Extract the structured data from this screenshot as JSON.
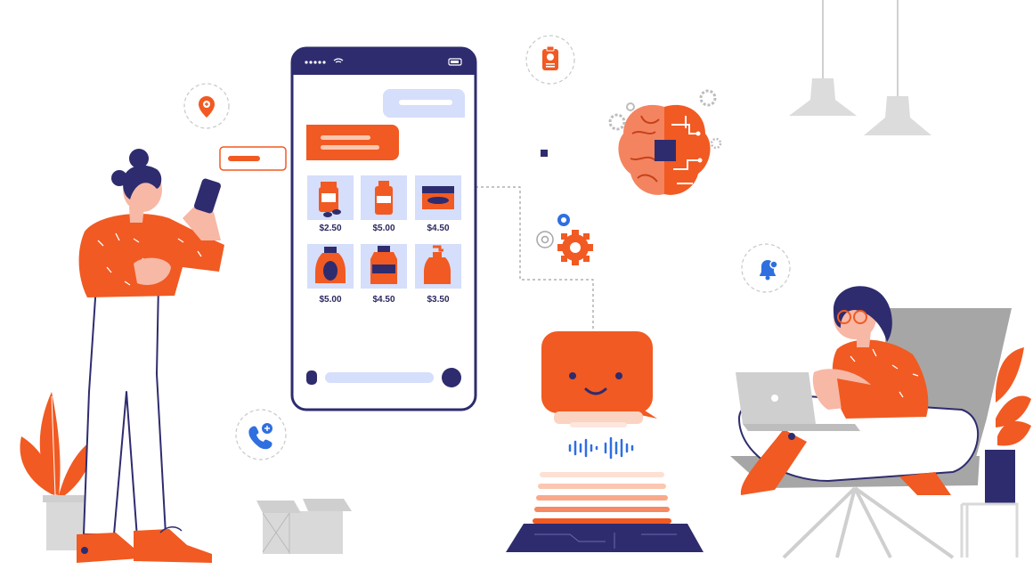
{
  "colors": {
    "orange": "#f15a22",
    "navy": "#2e2c6e",
    "light_blue": "#d5defa",
    "gray": "#d9d9d9",
    "dark_gray": "#a6a6a6",
    "blue_accent": "#2f6fe0"
  },
  "phone": {
    "products": [
      {
        "icon": "pill-bottle-with-pills-icon",
        "price": "$2.50"
      },
      {
        "icon": "medicine-bottle-icon",
        "price": "$5.00"
      },
      {
        "icon": "ointment-jar-icon",
        "price": "$4.50"
      },
      {
        "icon": "syrup-bottle-icon",
        "price": "$5.00"
      },
      {
        "icon": "tonic-bottle-icon",
        "price": "$4.50"
      },
      {
        "icon": "lotion-pump-bottle-icon",
        "price": "$3.50"
      }
    ]
  },
  "icons": {
    "location": "location-pin-plus-icon",
    "clipboard": "medical-clipboard-icon",
    "phone_call": "phone-call-plus-icon",
    "bell": "notification-bell-icon",
    "brain": "ai-brain-chip-icon",
    "gears": "gears-icon",
    "chatbot": "chatbot-smiley-bubble-icon",
    "voice": "voice-wave-icon"
  }
}
